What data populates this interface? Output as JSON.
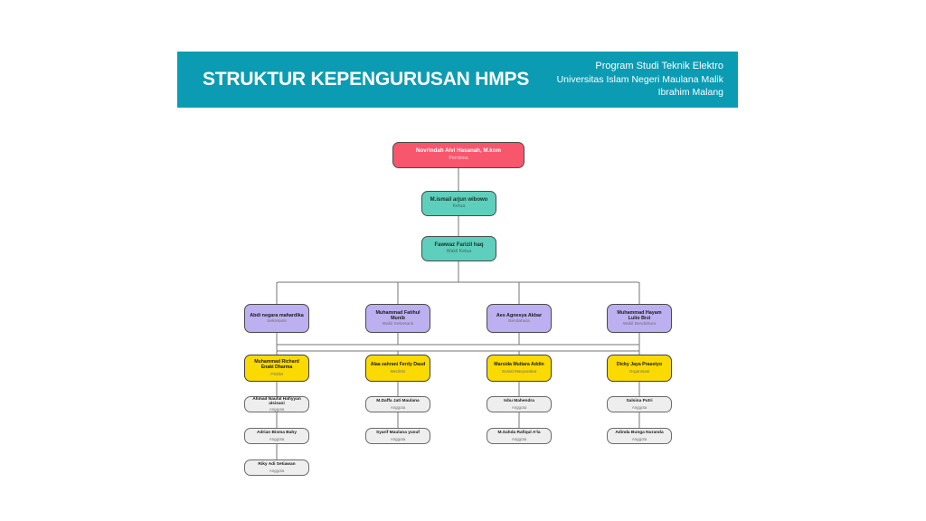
{
  "header": {
    "title": "STRUKTUR KEPENGURUSAN HMPS",
    "subtitle_line1": "Program Studi Teknik Elektro",
    "subtitle_line2": "Universitas Islam Negeri Maulana Malik Ibrahim Malang",
    "background_color": "#0b9cb4",
    "text_color": "#ffffff"
  },
  "chart_data": {
    "type": "diagram",
    "diagram_kind": "organizational-chart",
    "title": "STRUKTUR KEPENGURUSAN HMPS",
    "tier_colors": {
      "pembina": "#f8566d",
      "pimpinan": "#5fcfbd",
      "sekretariat": "#bcb0f0",
      "divisi": "#fada00",
      "anggota": "#eeeeee"
    },
    "nodes": {
      "pembina": {
        "name": "Novrindah Alvi Hasanah, M.kom",
        "role": "Pembina"
      },
      "ketua": {
        "name": "M.ismail arjun wibowo",
        "role": "Ketua"
      },
      "wakil_ketua": {
        "name": "Fawwaz Farizil haq",
        "role": "Wakil Ketua"
      },
      "sekretariat": [
        {
          "name": "Abdi negara mahardika",
          "role": "Sekretaris"
        },
        {
          "name": "Muhammad Fatihul Munib",
          "role": "Wakil Sekretaris"
        },
        {
          "name": "Aes Agnesya Akbar",
          "role": "Bendahara"
        },
        {
          "name": "Muhammad Hayam Lulio Brzi",
          "role": "Wakil Bendahara"
        }
      ],
      "divisi": [
        {
          "name": "Muhammad Richard Enaki Dharma",
          "role": "PSDM"
        },
        {
          "name": "Alaa zahrani Ferdy Daud",
          "role": "Medinfo"
        },
        {
          "name": "Marsida Mutiara Addin",
          "role": "Sosial Masyarakat"
        },
        {
          "name": "Dicky Jaya Prasetyo",
          "role": "Organisasi"
        }
      ],
      "anggota_columns": [
        [
          {
            "name": "Ahmad Naufal Hafiyyan alsisani",
            "role": "Anggota"
          },
          {
            "name": "Adrian Bisma Bahy",
            "role": "Anggota"
          },
          {
            "name": "Riky Adi Setiawan",
            "role": "Anggota"
          }
        ],
        [
          {
            "name": "M.Daffa Jati Maulana",
            "role": "Anggota"
          },
          {
            "name": "Syarif Maulana yusuf",
            "role": "Anggota"
          }
        ],
        [
          {
            "name": "Isbu Mahendra",
            "role": "Anggota"
          },
          {
            "name": "M.Sahda Rafiqul A'la",
            "role": "Anggota"
          }
        ],
        [
          {
            "name": "Salsina Putri",
            "role": "Anggota"
          },
          {
            "name": "Adinda Bunga Nuranda",
            "role": "Anggota"
          }
        ]
      ]
    }
  }
}
